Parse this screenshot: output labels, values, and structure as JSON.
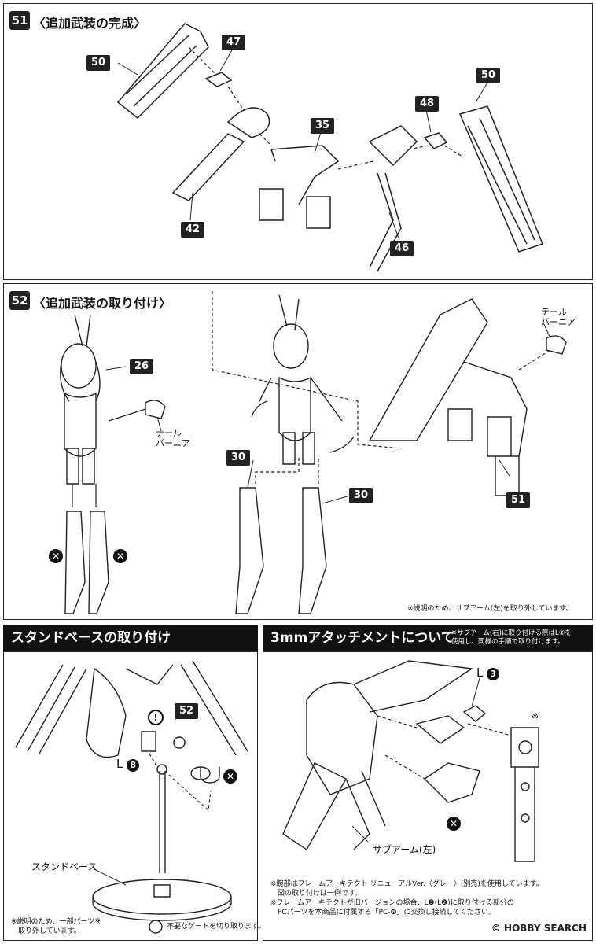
{
  "step51": {
    "num": "51",
    "title": "〈追加武装の完成〉",
    "parts": [
      "50",
      "47",
      "35",
      "48",
      "50",
      "42",
      "46"
    ]
  },
  "step52": {
    "num": "52",
    "title": "〈追加武装の取り付け〉",
    "parts": [
      "26",
      "30",
      "30",
      "51"
    ],
    "tail_label_1": "テール\nバーニア",
    "tail_label_2": "テール\nバーニア",
    "note": "※説明のため、サブアーム(左)を取り外しています。"
  },
  "stand": {
    "title": "スタンドベースの取り付け",
    "part": "52",
    "l8": "L",
    "l8_num": "8",
    "base_label": "スタンドベース",
    "note_left": "※説明のため、一部パーツを\n　取り外しています。",
    "note_gate": "不要なゲートを切り取ります。"
  },
  "attach": {
    "title": "3mmアタッチメントについて",
    "header_note": "※サブアーム(右)に取り付ける際はL②を\n使用し、同様の手順で取り付けます。",
    "l3": "L",
    "l3_num": "3",
    "asterisk": "※",
    "subarm_label": "サブアーム(左)",
    "footnote": "※腕部はフレームアーキテクト リニューアルVer.〈グレー〉(別売)を使用しています。\n　図の取り付けは一例です。\n※フレームアーキテクトが旧バージョンの場合、L❸(L❷)に取り付ける部分の\n　PCパーツを本商品に付属する「PC-❽」に交換し接続してください。"
  },
  "watermark": "© HOBBY SEARCH"
}
